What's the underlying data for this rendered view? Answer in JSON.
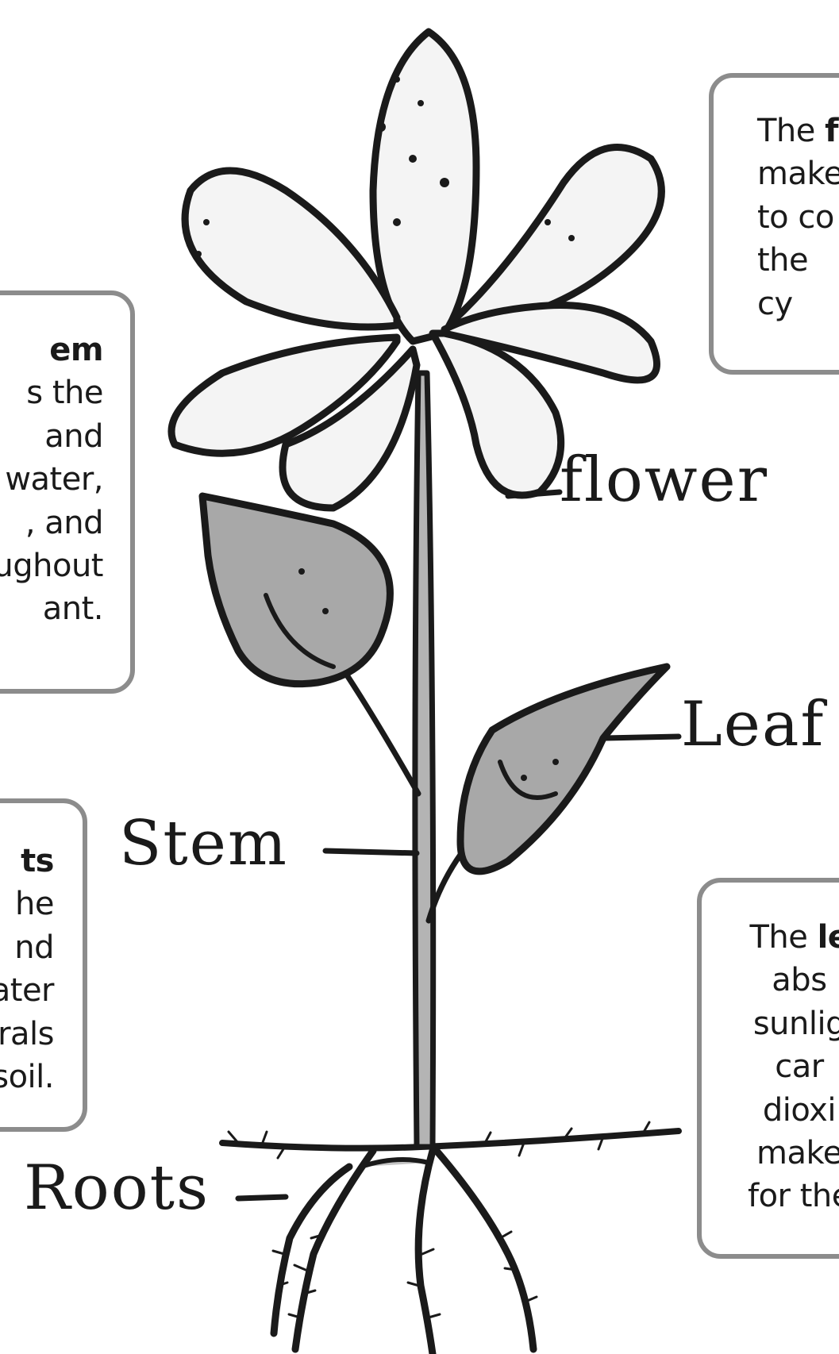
{
  "labels": {
    "flower": "flower",
    "leaf": "Leaf",
    "stem": "Stem",
    "roots": "Roots"
  },
  "boxes": {
    "flower": {
      "line1_pre": "The ",
      "line1_bold": "f",
      "rest": "make\nto co\nthe\ncy"
    },
    "stem": {
      "line1_bold": "em",
      "rest": "s the\nand\nwater,\n, and\nughout\nant."
    },
    "roots": {
      "line1_bold": "ts",
      "rest": "he\nnd\nater\nrals\nsoil."
    },
    "leaf": {
      "line1_pre": "The ",
      "line1_bold": "le",
      "rest": "abs\nsunlig\ncar\ndioxi\nmake\nfor the"
    }
  },
  "colors": {
    "outline": "#1a1a1a",
    "leaf_fill": "#a8a8a8",
    "stem_fill": "#b4b4b4",
    "petal_fill": "#f4f4f4",
    "box_border": "#8c8c8c"
  }
}
